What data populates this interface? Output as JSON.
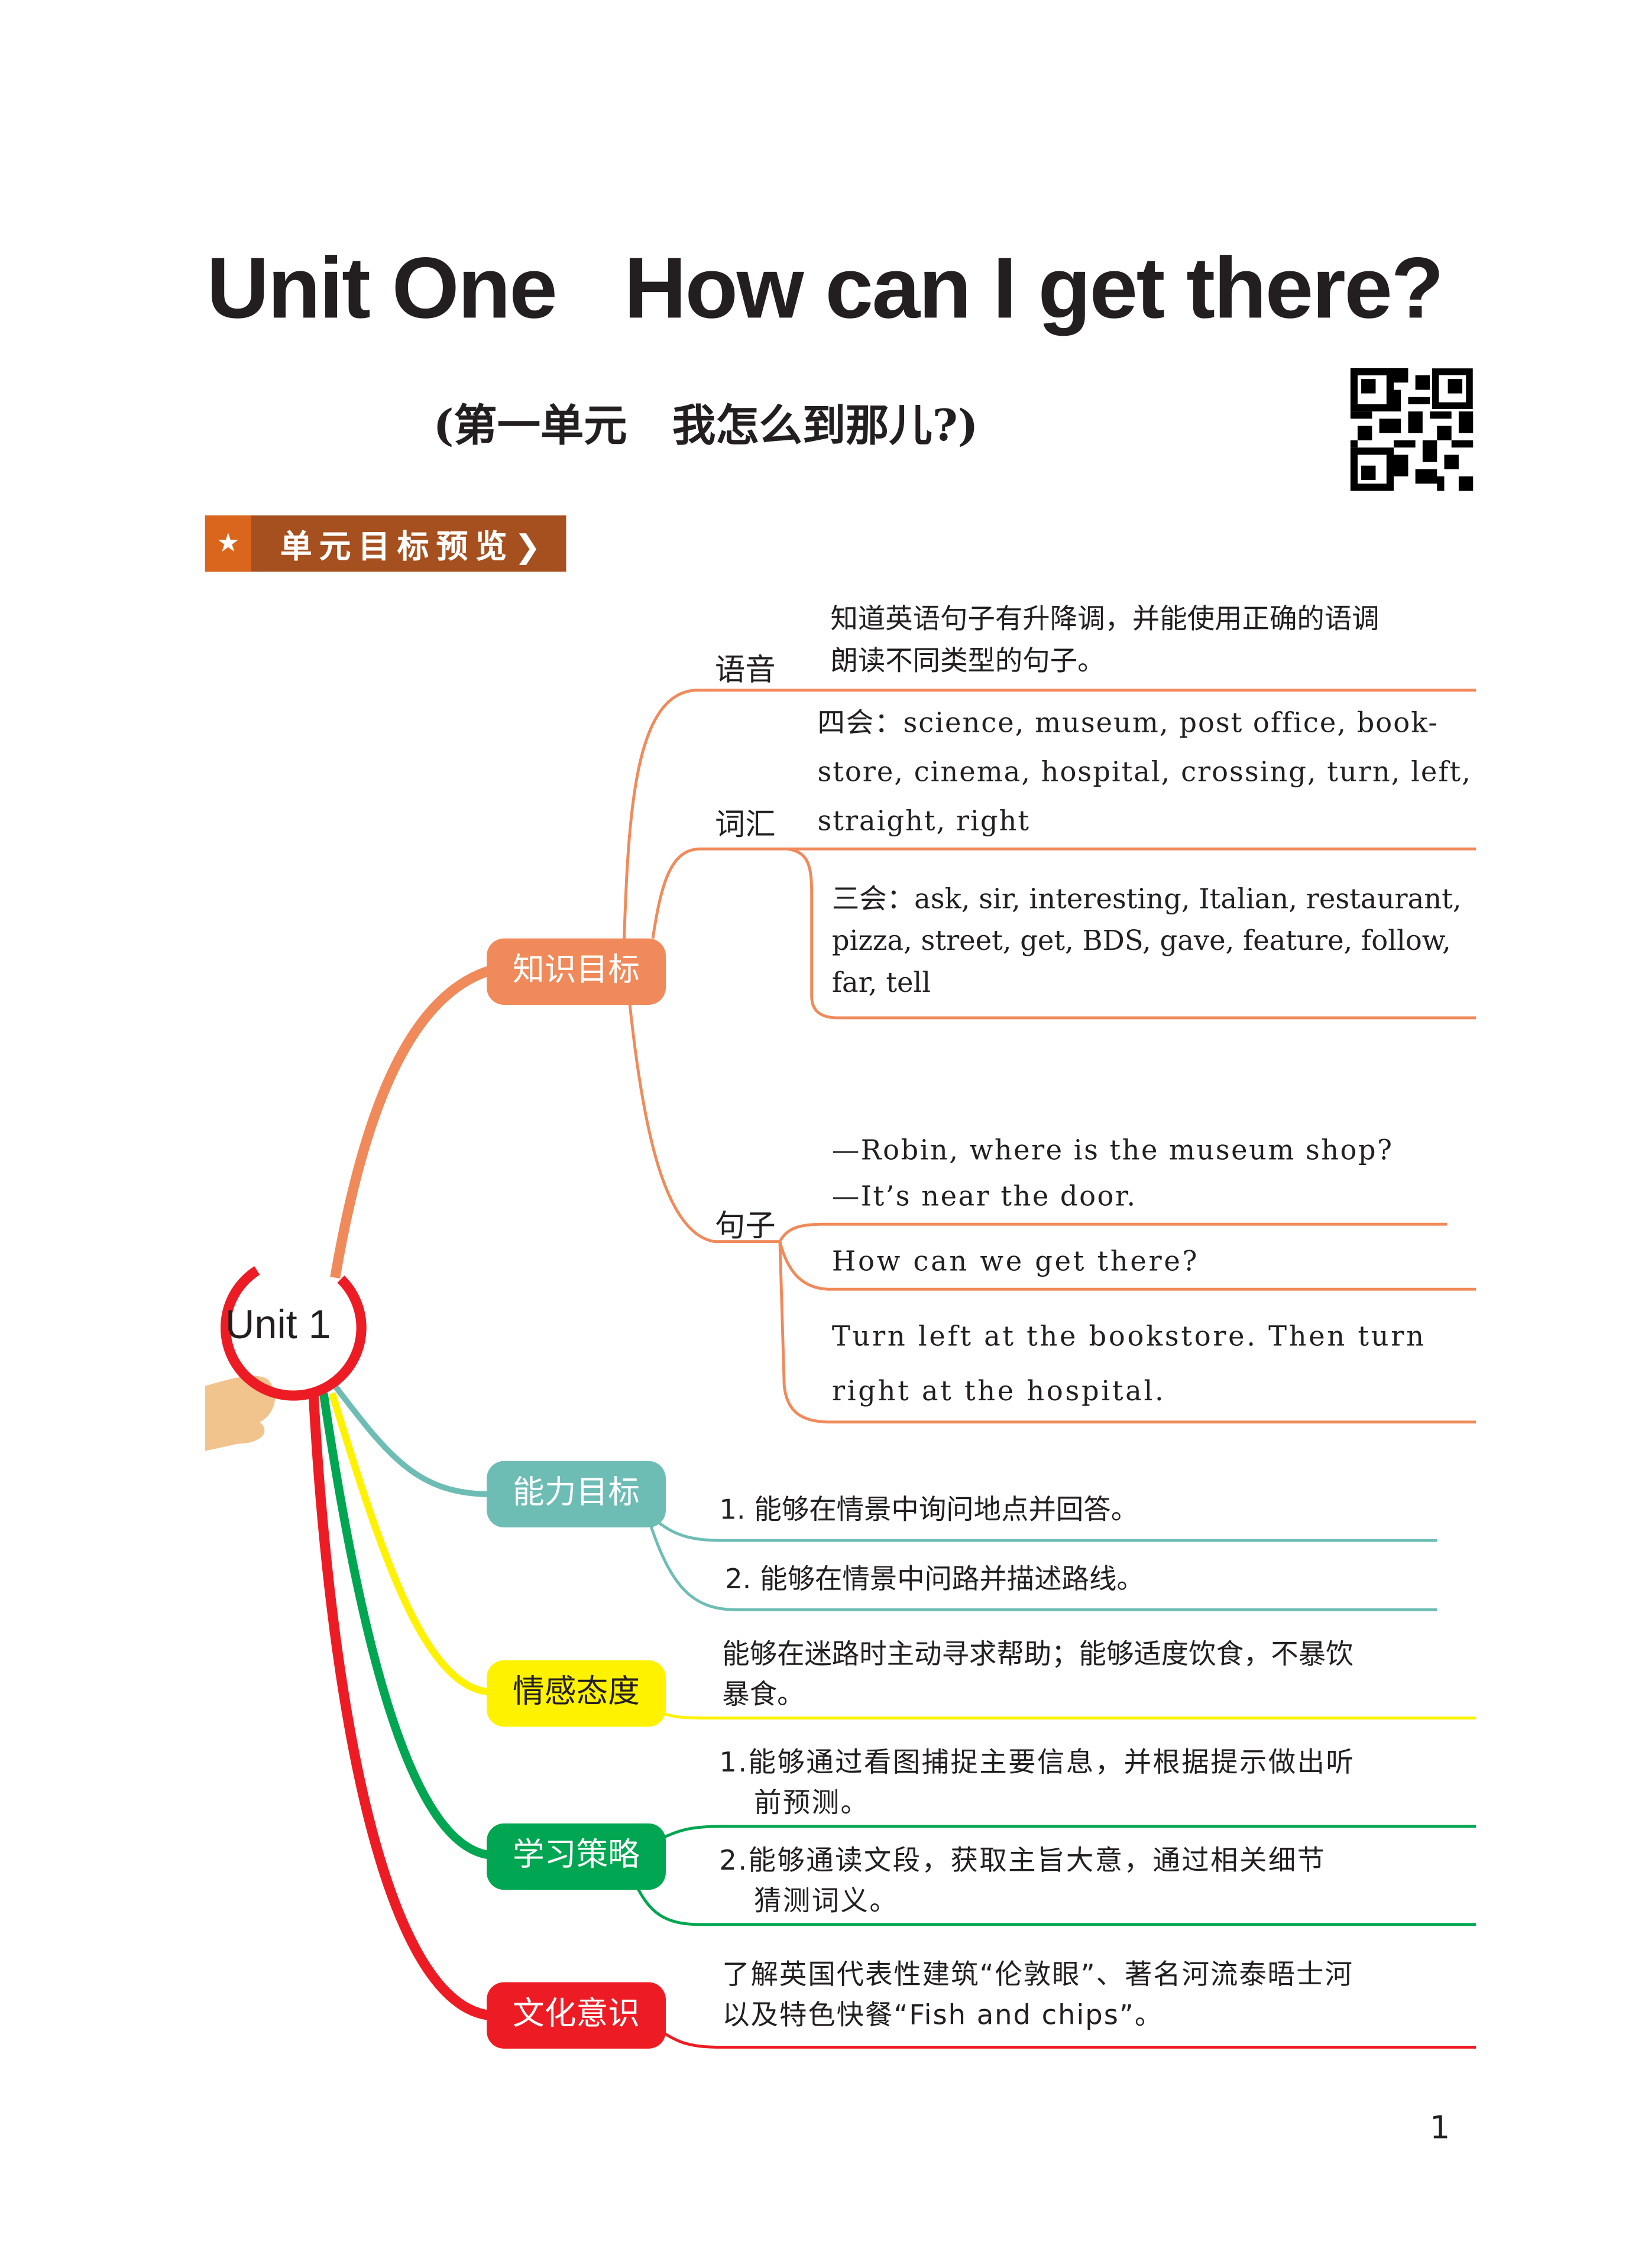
{
  "title": "Unit One   How can I get there?",
  "subtitle": "(第一单元   我怎么到那儿?)",
  "section_badge": {
    "label": "单元目标预览",
    "star_icon": "★",
    "arrow_icon": "❯"
  },
  "center": "Unit 1",
  "knowledge": {
    "label": "知识目标",
    "pronunciation": {
      "label": "语音",
      "text_1": "知道英语句子有升降调，并能使用正确的语调",
      "text_2": "朗读不同类型的句子。"
    },
    "vocabulary": {
      "label": "词汇",
      "four_skills_1": "四会：science, museum, post office, book-",
      "four_skills_2": "store, cinema, hospital, crossing, turn, left,",
      "four_skills_3": "straight, right",
      "three_skills_1": "三会：ask, sir, interesting, Italian, restaurant,",
      "three_skills_2": "pizza, street, get, BDS, gave, feature, follow,",
      "three_skills_3": "far, tell"
    },
    "sentences": {
      "label": "句子",
      "s1": "—Robin, where is the museum shop?",
      "s2": "—It’s near the door.",
      "s3": "How can we get there?",
      "s4": "Turn left at the bookstore. Then turn",
      "s5": "right at the hospital."
    }
  },
  "ability": {
    "label": "能力目标",
    "item_1": "1. 能够在情景中询问地点并回答。",
    "item_2": "2. 能够在情景中问路并描述路线。"
  },
  "emotion": {
    "label": "情感态度",
    "text_1": "能够在迷路时主动寻求帮助；能够适度饮食，不暴饮",
    "text_2": "暴食。"
  },
  "strategy": {
    "label": "学习策略",
    "item_1a": "1.能够通过看图捕捉主要信息，并根据提示做出听",
    "item_1b": "前预测。",
    "item_2a": "2.能够通读文段，获取主旨大意，通过相关细节",
    "item_2b": "猜测词义。"
  },
  "culture": {
    "label": "文化意识",
    "text_1": "了解英国代表性建筑“伦敦眼”、著名河流泰晤士河",
    "text_2": "以及特色快餐“Fish and chips”。"
  },
  "page_number": "1",
  "colors": {
    "knowledge": "#f08a5a",
    "ability": "#6dbdb5",
    "emotion": "#fff200",
    "strategy": "#00a651",
    "culture": "#ed1c24",
    "badge": "#a64f1f"
  }
}
